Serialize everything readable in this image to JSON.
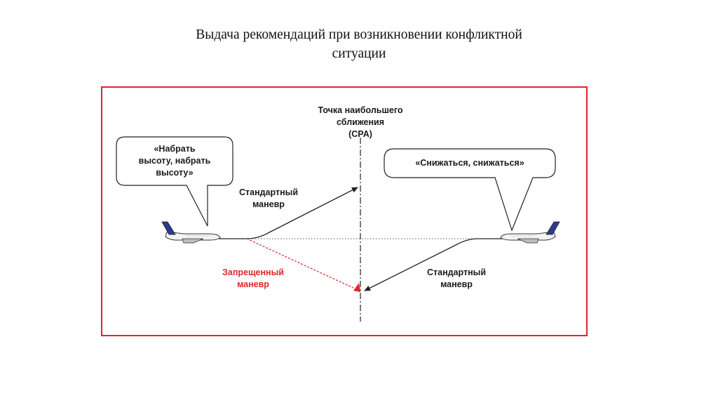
{
  "title_line1": "Выдача рекомендаций при возникновении конфликтной",
  "title_line2": "ситуации",
  "cpa_label": [
    "Точка наибольшего",
    "сближения",
    "(CPA)"
  ],
  "bubble_left": [
    "«Набрать",
    "высоту, набрать",
    "высоту»"
  ],
  "bubble_right": "«Снижаться, снижаться»",
  "maneuver_standard": [
    "Стандартный",
    "маневр"
  ],
  "maneuver_forbidden": [
    "Запрещенный",
    "маневр"
  ],
  "colors": {
    "frame": "#e0262b",
    "forbidden": "#e0262b",
    "line": "#222222",
    "aircraft_tail": "#2b3a8f"
  },
  "icons": [
    "aircraft-left-icon",
    "aircraft-right-icon",
    "speech-bubble-left",
    "speech-bubble-right"
  ]
}
